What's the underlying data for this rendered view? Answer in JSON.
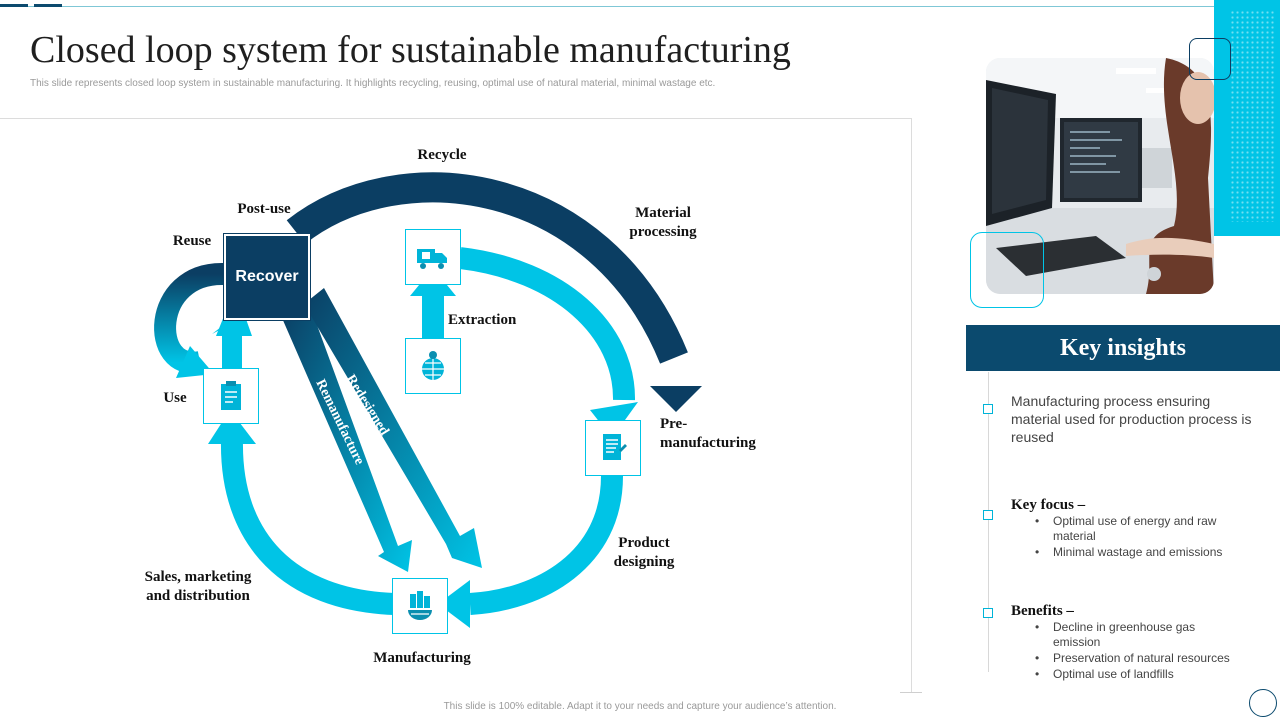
{
  "header": {
    "title": "Closed loop system for sustainable manufacturing",
    "subtitle": "This slide represents closed loop system in sustainable manufacturing. It highlights recycling, reusing, optimal use of natural material, minimal  wastage etc."
  },
  "diagram": {
    "recover": "Recover",
    "labels": {
      "recycle": "Recycle",
      "post_use": "Post-use",
      "reuse": "Reuse",
      "material_processing": "Material\nprocessing",
      "extraction": "Extraction",
      "pre_manufacturing": "Pre-\nmanufacturing",
      "use": "Use",
      "product_designing": "Product\ndesigning",
      "sales": "Sales, marketing\nand distribution",
      "manufacturing": "Manufacturing"
    },
    "arrow_labels": {
      "remanufacture": "Remanufacture",
      "redesigned": "Redesigned"
    },
    "icons": [
      "truck-icon",
      "globe-pin-icon",
      "document-icon",
      "clipboard-icon",
      "factory-globe-icon"
    ]
  },
  "insights": {
    "header": "Key insights",
    "item1": "Manufacturing process ensuring material used for production process is reused",
    "focus_title": "Key focus –",
    "focus_items": [
      "Optimal use of energy and raw material",
      "Minimal wastage and emissions"
    ],
    "benefits_title": "Benefits –",
    "benefits_items": [
      "Decline in greenhouse gas emission",
      "Preservation of natural resources",
      "Optimal use of landfills"
    ]
  },
  "footer": {
    "note": "This slide is 100% editable. Adapt it to your needs and capture your audience’s attention."
  },
  "colors": {
    "navy": "#0b3e63",
    "cyan": "#00c4e6",
    "header_blue": "#0b4a6e"
  }
}
